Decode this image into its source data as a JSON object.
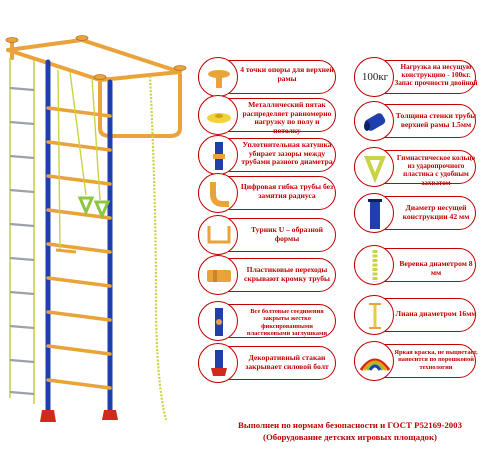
{
  "colors": {
    "accent": "#c00000",
    "blue": "#1f3fae",
    "orange": "#e9a33a",
    "rope": "#c8d445",
    "red": "#d12a1d"
  },
  "features_left": [
    {
      "icon": "foot-cap-icon",
      "text": "4 точки опоры для верхней рамы"
    },
    {
      "icon": "metal-plate-icon",
      "text": "Металлический пятак распределяет равномерно нагрузку по полу и потолку"
    },
    {
      "icon": "seal-coil-icon",
      "text": "Уплотнительная катушка убирает зазоры между трубами разного диаметра"
    },
    {
      "icon": "bent-pipe-icon",
      "text": "Цифровая гибка трубы без замятия радиуса"
    },
    {
      "icon": "u-bar-icon",
      "text": "Турник U – образной формы"
    },
    {
      "icon": "plastic-joint-icon",
      "text": "Пластиковые переходы скрывают кромку трубы"
    },
    {
      "icon": "bolt-joint-icon",
      "text": "Все болтовые соединения закрыты жестко фиксированными пластиковыми заглушками"
    },
    {
      "icon": "cap-icon",
      "text": "Декоративный стакан закрывает силовой болт"
    }
  ],
  "features_right": [
    {
      "icon": "weight-icon",
      "badge_text": "100кг",
      "text": "Нагрузка на несущую конструкцию - 100кг. Запас прочности двойной"
    },
    {
      "icon": "pipe-section-icon",
      "text": "Толщина стенки трубы верхней рамы 1.5мм"
    },
    {
      "icon": "gym-ring-icon",
      "text": "Гимнастическое кольцо из ударопрочного пластика с удобным захватом"
    },
    {
      "icon": "pipe-diameter-icon",
      "text": "Диаметр несущей конструкции 42 мм"
    },
    {
      "icon": "rope-icon",
      "text": "Веревка диаметром 8 мм"
    },
    {
      "icon": "ladder-rung-icon",
      "text": "Лиана диаметром 16мм"
    },
    {
      "icon": "rainbow-icon",
      "text": "Яркая краска, не выцветает, наносится по порошковой технологии"
    }
  ],
  "footer": {
    "line1": "Выполнен по нормам безопасности и ГОСТ Р52169-2003",
    "line2": "(Оборудование детских игровых площадок)"
  }
}
